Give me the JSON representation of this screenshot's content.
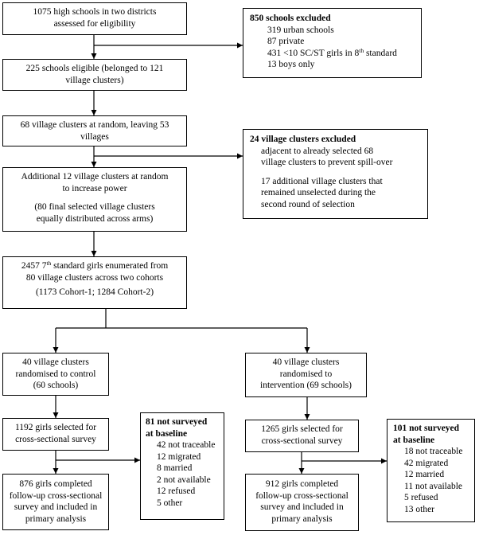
{
  "boxes": {
    "assessed": {
      "line1": "1075 high schools in two districts",
      "line2": "assessed for eligibility"
    },
    "excluded1": {
      "title": "850 schools excluded",
      "items": [
        "319 urban schools",
        "87 private"
      ],
      "item3_pre": "431 <10 SC/ST girls in 8",
      "item3_sup": "th",
      "item3_post": " standard",
      "item4": "13 boys only"
    },
    "eligible": {
      "line1": "225 schools eligible (belonged to 121",
      "line2": "village clusters)"
    },
    "random68": {
      "line1": "68 village clusters at random, leaving 53",
      "line2": "villages"
    },
    "excluded2": {
      "title": "24 village clusters excluded",
      "p1_line1": "adjacent to already selected 68",
      "p1_line2": "village clusters to prevent spill-over",
      "p2_line1": "17 additional village clusters that",
      "p2_line2": "remained unselected during the",
      "p2_line3": "second round of selection"
    },
    "additional": {
      "line1": "Additional 12 village clusters at random",
      "line2": "to increase power",
      "line3": "(80 final selected village clusters",
      "line4": "equally distributed across arms)"
    },
    "enumerated": {
      "pre": "2457 7",
      "sup": "th",
      "post": " standard girls enumerated from",
      "line2": "80 village clusters across two cohorts",
      "line3": "(1173 Cohort-1; 1284 Cohort-2)"
    },
    "control": {
      "line1": "40 village clusters",
      "line2": "randomised to control",
      "line3": "(60 schools)"
    },
    "intervention": {
      "line1": "40 village clusters",
      "line2": "randomised to",
      "line3": "intervention (69 schools)"
    },
    "sel_control": {
      "line1": "1192 girls selected for",
      "line2": "cross-sectional survey"
    },
    "sel_intervention": {
      "line1": "1265 girls selected for",
      "line2": "cross-sectional survey"
    },
    "notsurveyed_control": {
      "title1": "81 not surveyed",
      "title2": "at baseline",
      "items": [
        "42 not traceable",
        "12 migrated",
        "8 married",
        "2 not available",
        "12 refused",
        "5 other"
      ]
    },
    "notsurveyed_intervention": {
      "title1": "101 not surveyed",
      "title2": "at baseline",
      "items": [
        "18 not traceable",
        "42 migrated",
        "12 married",
        "11 not available",
        "5 refused",
        "13 other"
      ]
    },
    "completed_control": {
      "line1": "876 girls completed",
      "line2": "follow-up cross-sectional",
      "line3": "survey and included in",
      "line4": "primary analysis"
    },
    "completed_intervention": {
      "line1": "912 girls completed",
      "line2": "follow-up cross-sectional",
      "line3": "survey and included in",
      "line4": "primary analysis"
    }
  }
}
